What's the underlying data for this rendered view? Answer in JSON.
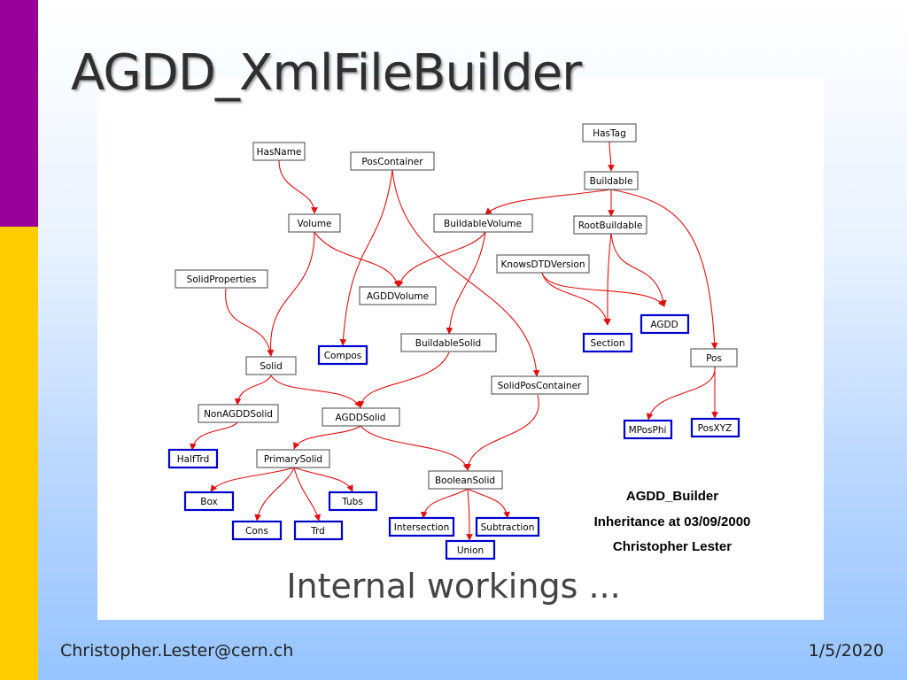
{
  "slide": {
    "title": "AGDD_XmlFileBuilder",
    "subtitle": "Internal workings ...",
    "footer_left": "Christopher.Lester@cern.ch",
    "footer_right": "1/5/2020"
  },
  "colors": {
    "accent_top": "#990099",
    "accent_bottom": "#ffcc00",
    "edge": "#dd1111",
    "leaf_border": "#0000cc"
  },
  "diagram": {
    "caption": [
      "AGDD_Builder",
      "Inheritance at 03/09/2000",
      "Christopher Lester"
    ],
    "nodes": {
      "HasTag": "HasTag",
      "Buildable": "Buildable",
      "HasName": "HasName",
      "PosContainer": "PosContainer",
      "Volume": "Volume",
      "BuildableVolume": "BuildableVolume",
      "RootBuildable": "RootBuildable",
      "KnowsDTDVersion": "KnowsDTDVersion",
      "SolidProperties": "SolidProperties",
      "AGDDVolume": "AGDDVolume",
      "AGDD": "AGDD",
      "BuildableSolid": "BuildableSolid",
      "Compos": "Compos",
      "Section": "Section",
      "Pos": "Pos",
      "Solid": "Solid",
      "SolidPosContainer": "SolidPosContainer",
      "NonAGDDSolid": "NonAGDDSolid",
      "AGDDSolid": "AGDDSolid",
      "MPosPhi": "MPosPhi",
      "PosXYZ": "PosXYZ",
      "HalfTrd": "HalfTrd",
      "PrimarySolid": "PrimarySolid",
      "BooleanSolid": "BooleanSolid",
      "Box": "Box",
      "Tubs": "Tubs",
      "Cons": "Cons",
      "Trd": "Trd",
      "Intersection": "Intersection",
      "Subtraction": "Subtraction",
      "Union": "Union"
    }
  }
}
